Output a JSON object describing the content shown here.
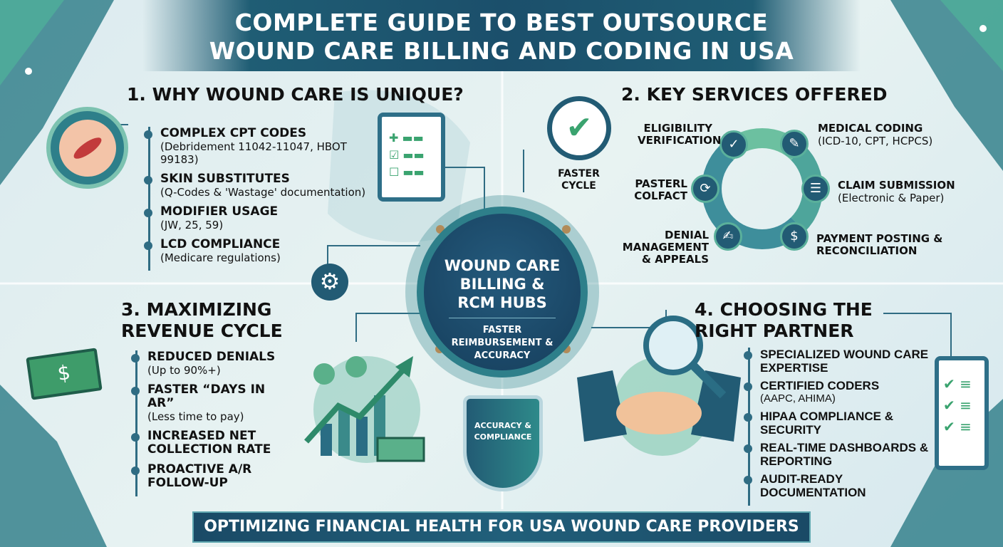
{
  "title": {
    "line1": "COMPLETE GUIDE TO BEST OUTSOURCE",
    "line2": "WOUND CARE BILLING AND CODING IN USA"
  },
  "section1": {
    "heading": "1. WHY WOUND CARE IS UNIQUE?",
    "items": [
      {
        "title": "COMPLEX CPT CODES",
        "detail": "(Debridement 11042-11047, HBOT 99183)"
      },
      {
        "title": "SKIN SUBSTITUTES",
        "detail": "(Q-Codes & 'Wastage' documentation)"
      },
      {
        "title": "MODIFIER USAGE",
        "detail": "(JW, 25, 59)"
      },
      {
        "title": "LCD COMPLIANCE",
        "detail": "(Medicare regulations)"
      }
    ]
  },
  "section2": {
    "heading": "2. KEY SERVICES OFFERED",
    "faster_cycle": "FASTER CYCLE",
    "services": [
      {
        "title": "ELIGIBILITY VERIFICATION",
        "detail": ""
      },
      {
        "title": "MEDICAL CODING",
        "detail": "(ICD-10, CPT, HCPCS)"
      },
      {
        "title": "CLAIM SUBMISSION",
        "detail": "(Electronic & Paper)"
      },
      {
        "title": "PAYMENT POSTING & RECONCILIATION",
        "detail": ""
      },
      {
        "title": "DENIAL MANAGEMENT & APPEALS",
        "detail": ""
      },
      {
        "title": "PASTERL COLFACT",
        "detail": ""
      }
    ]
  },
  "hub": {
    "title": "WOUND CARE BILLING & RCM HUBS",
    "subtitle": "FASTER REIMBURSEMENT & ACCURACY",
    "shield": "ACCURACY & COMPLIANCE"
  },
  "section3": {
    "heading": "3. MAXIMIZING REVENUE CYCLE",
    "items": [
      {
        "title": "REDUCED DENIALS",
        "detail": "(Up to 90%+)"
      },
      {
        "title": "FASTER “DAYS IN AR”",
        "detail": "(Less time to pay)"
      },
      {
        "title": "INCREASED NET COLLECTION RATE",
        "detail": ""
      },
      {
        "title": "PROACTIVE A/R FOLLOW-UP",
        "detail": ""
      }
    ]
  },
  "section4": {
    "heading": "4. CHOOSING THE RIGHT PARTNER",
    "items": [
      {
        "title": "SPECIALIZED WOUND CARE EXPERTISE",
        "detail": ""
      },
      {
        "title": "CERTIFIED CODERS",
        "detail": "(AAPC, AHIMA)"
      },
      {
        "title": "HIPAA COMPLIANCE & SECURITY",
        "detail": ""
      },
      {
        "title": "REAL-TIME DASHBOARDS & REPORTING",
        "detail": ""
      },
      {
        "title": "AUDIT-READY DOCUMENTATION",
        "detail": ""
      }
    ]
  },
  "footer": "OPTIMIZING FINANCIAL HEALTH FOR USA WOUND CARE PROVIDERS",
  "colors": {
    "navy": "#1b4f6b",
    "teal": "#2e7f8a",
    "green": "#5ab09b",
    "accent": "#f08a3a"
  }
}
